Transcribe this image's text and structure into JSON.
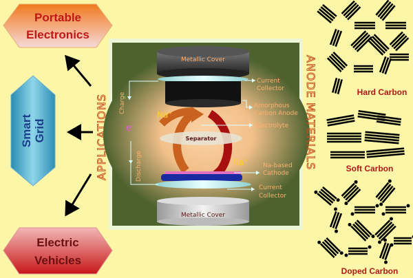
{
  "applications": {
    "heading": "APPLICATIONS",
    "portable": {
      "line1": "Portable",
      "line2": "Electronics"
    },
    "grid": {
      "line1": "Smart",
      "line2": "Grid"
    },
    "vehicles": {
      "line1": "Electric",
      "line2": "Vehicles"
    }
  },
  "battery": {
    "top_cover": "Metallic Cover",
    "bottom_cover": "Metallic Cover",
    "current_collector_top": {
      "line1": "Current",
      "line2": "Collector"
    },
    "anode": {
      "line1": "Amorphous",
      "line2": "Carbon Anode"
    },
    "electrolyte": "Electrolyte",
    "separator": "Separator",
    "cathode": {
      "line1": "Na-based",
      "line2": "Cathode"
    },
    "current_collector_bottom": {
      "line1": "Current",
      "line2": "Collector"
    },
    "charge": "Charge",
    "discharge": "Discharge",
    "electron": "e",
    "electron_sup": "-",
    "ion_top": "Na",
    "ion_bottom": "Na",
    "ion_sup": "+"
  },
  "anode_materials": {
    "heading": "ANODE MATERIALS",
    "hard": "Hard Carbon",
    "soft": "Soft Carbon",
    "doped": "Doped Carbon"
  },
  "colors": {
    "background": "#fbf6a8",
    "panel": "#4e6230",
    "label": "#ffb070",
    "accent_red": "#b01818"
  }
}
